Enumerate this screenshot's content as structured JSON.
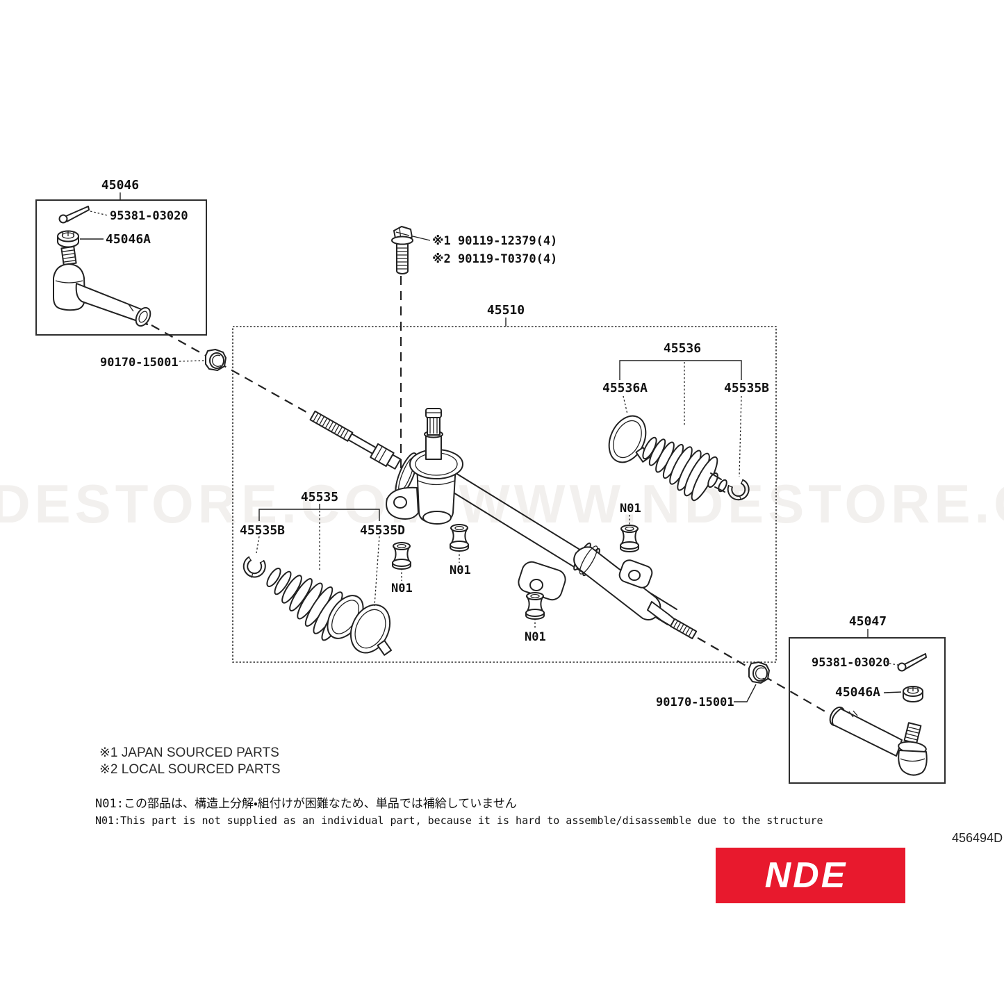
{
  "watermark": "NDESTORE.COM WWW.NDESTORE.COM WWW.NDESTORE.COM",
  "colors": {
    "line": "#222222",
    "logo_red": "#e8192d",
    "watermark": "#f2f0ee"
  },
  "diagram": {
    "left_box": {
      "title": "45046",
      "cotter_pin": "95381-03020",
      "castle_nut": "45046A"
    },
    "left_lock_nut": "90170-15001",
    "main_box": {
      "title": "45510",
      "bolt_ref_1": "※1 90119-12379(4)",
      "bolt_ref_2": "※2 90119-T0370(4)",
      "right_boot_group": {
        "title": "45536",
        "clamp": "45536A",
        "clip": "45535B"
      },
      "left_boot_group": {
        "title": "45535",
        "clip": "45535B",
        "clamp": "45535D"
      },
      "grommet_ref": "N01"
    },
    "right_lock_nut": "90170-15001",
    "right_box": {
      "title": "45047",
      "cotter_pin": "95381-03020",
      "castle_nut": "45046A"
    }
  },
  "notes": {
    "sourced1": "※1 JAPAN SOURCED PARTS",
    "sourced2": "※2 LOCAL SOURCED PARTS",
    "n01_jp": "N01:この部品は、構造上分解・組付けが困難なため、単品では補給していません",
    "n01_en": "N01:This part is not supplied as an individual part, because it is hard to assemble/disassemble due to the structure"
  },
  "footer": {
    "diagram_code": "456494D",
    "logo_text": "NDE"
  }
}
